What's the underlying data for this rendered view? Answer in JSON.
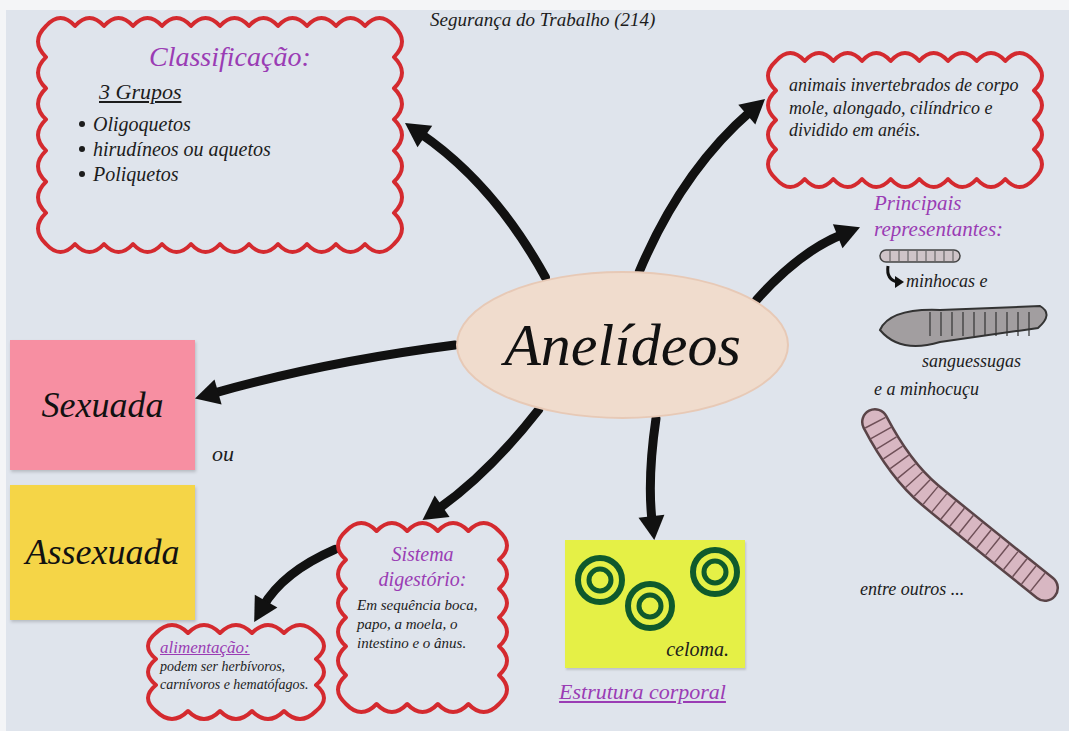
{
  "diagram": {
    "title": "Segurança do Trabalho (214)",
    "nodes": [
      {
        "text": [
          "Anelídeos"
        ]
      },
      {
        "text": [
          "Classificação:",
          "3 Grupos",
          "Oligoquetos",
          "hirudíneos ou aquetos",
          "Poliquetos"
        ]
      },
      {
        "text": [
          "animais invertebrados de corpo mole, alongado, cilíndrico e dividido em anéis."
        ]
      },
      {
        "text": [
          "Principais representantes:",
          "minhocas e",
          "sanguessugas",
          "e a minhocuçu",
          "entre outros ..."
        ]
      },
      {
        "text": [
          "Sexuada"
        ]
      },
      {
        "text": [
          "Assexuada"
        ]
      },
      {
        "text": [
          "Sistema digestório:",
          "Em sequência boca, papo, a moela, o intestino e o ânus."
        ]
      },
      {
        "text": [
          "alimentação:",
          "podem ser herbívoros, carnívoros e hematófagos."
        ]
      },
      {
        "text": [
          "celoma.",
          "Estrutura corporal"
        ]
      }
    ],
    "edges": [
      {
        "from": 0,
        "to": 1,
        "arrow": "to"
      },
      {
        "from": 0,
        "to": 2,
        "arrow": "to"
      },
      {
        "from": 0,
        "to": 3,
        "arrow": "to"
      },
      {
        "from": 0,
        "to": 4,
        "arrow": "to"
      },
      {
        "from": 0,
        "to": 6,
        "arrow": "to"
      },
      {
        "from": 0,
        "to": 8,
        "arrow": "to"
      },
      {
        "from": 6,
        "to": 7,
        "arrow": "to"
      }
    ],
    "labels": [
      "ou"
    ]
  }
}
